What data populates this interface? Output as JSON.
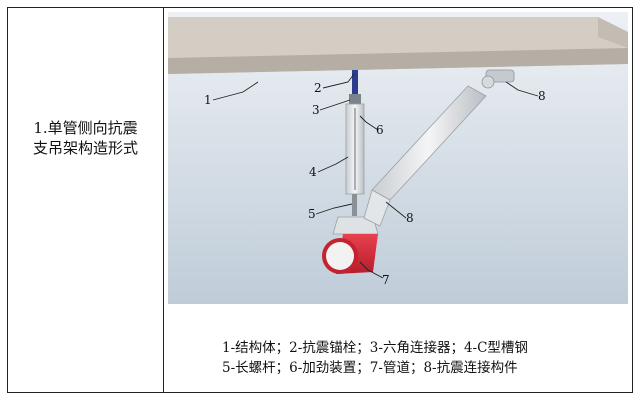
{
  "left_cell": {
    "line1": "1.单管侧向抗震",
    "line2": "支吊架构造形式"
  },
  "illustration": {
    "callouts": [
      "1",
      "2",
      "3",
      "4",
      "5",
      "6",
      "7",
      "8",
      "8"
    ]
  },
  "legend": {
    "line1": "1-结构体；2-抗震锚栓；3-六角连接器；4-C型槽钢",
    "line2": "5-长螺杆；6-加劲装置；7-管道；8-抗震连接构件"
  },
  "colors": {
    "slab": "#cfc9c0",
    "slab_edge": "#a9a39a",
    "background_top": "#e9eef3",
    "background_bottom": "#c6d1dc",
    "pipe": "#d8283a",
    "pipe_inner": "#f2f2f2",
    "steel": "#e6e8ea"
  }
}
